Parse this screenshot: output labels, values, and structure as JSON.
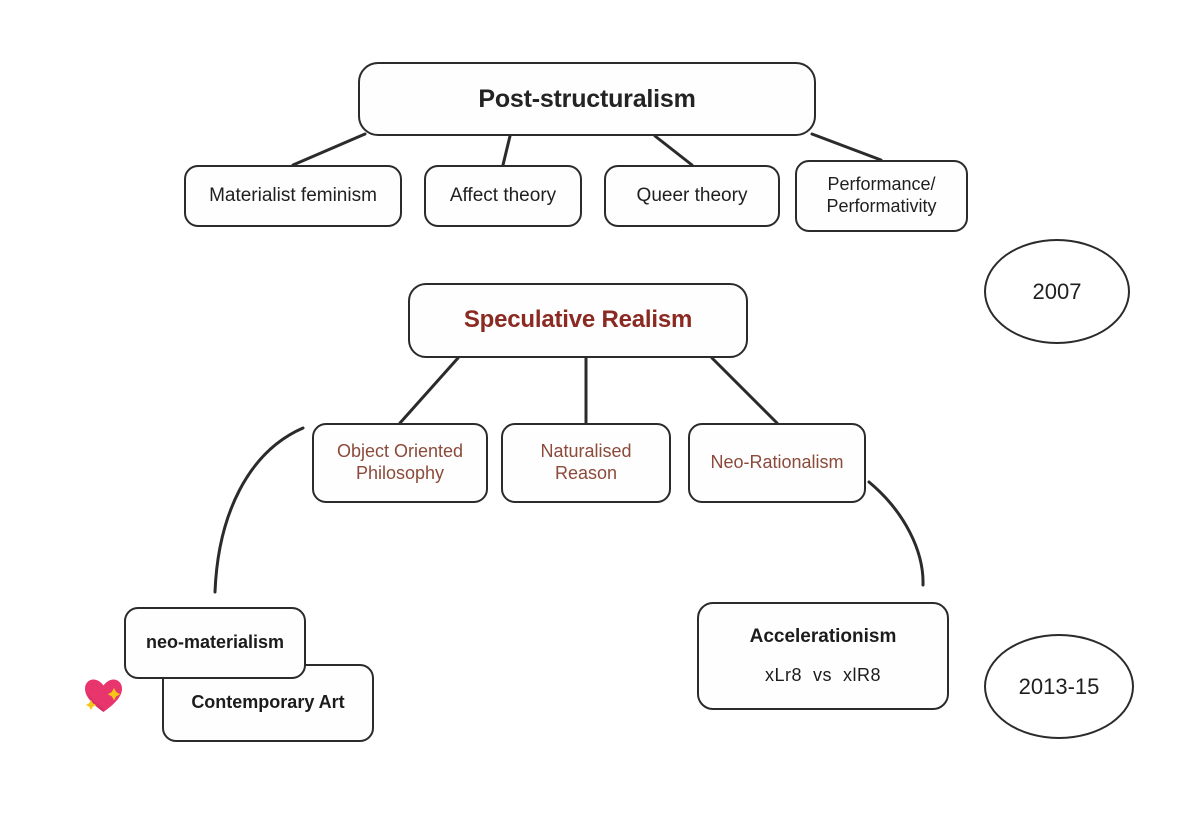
{
  "diagram": {
    "title": "Post-structuralism / Speculative Realism lineage diagram",
    "colors": {
      "stroke": "#2b2b2b",
      "background": "#ffffff",
      "dark_text": "#1f1f1f",
      "speculative_realism_red": "#8a2a22",
      "branch_brown": "#8b4a3a",
      "heart_pink": "#e8356d",
      "heart_sparkle": "#f5c518"
    },
    "root": {
      "label": "Post-structuralism"
    },
    "root_children": [
      {
        "label": "Materialist feminism"
      },
      {
        "label": "Affect theory"
      },
      {
        "label": "Queer theory"
      },
      {
        "label": "Performance/",
        "label2": "Performativity"
      }
    ],
    "second_root": {
      "label": "Speculative Realism"
    },
    "second_children": [
      {
        "label": "Object Oriented",
        "label2": "Philosophy"
      },
      {
        "label": "Naturalised",
        "label2": "Reason"
      },
      {
        "label": "Neo-Rationalism",
        "label2": ""
      }
    ],
    "outcomes": {
      "left": [
        {
          "label": "neo-materialism"
        },
        {
          "label": "Contemporary Art"
        }
      ],
      "right": {
        "title": "Accelerationism",
        "subtitle": "xLr8  vs  xlR8"
      }
    },
    "date_markers": [
      {
        "label": "2007"
      },
      {
        "label": "2013-15"
      }
    ],
    "decorations": [
      {
        "icon": "sparkling-heart-emoji",
        "glyph": "💖"
      }
    ]
  }
}
